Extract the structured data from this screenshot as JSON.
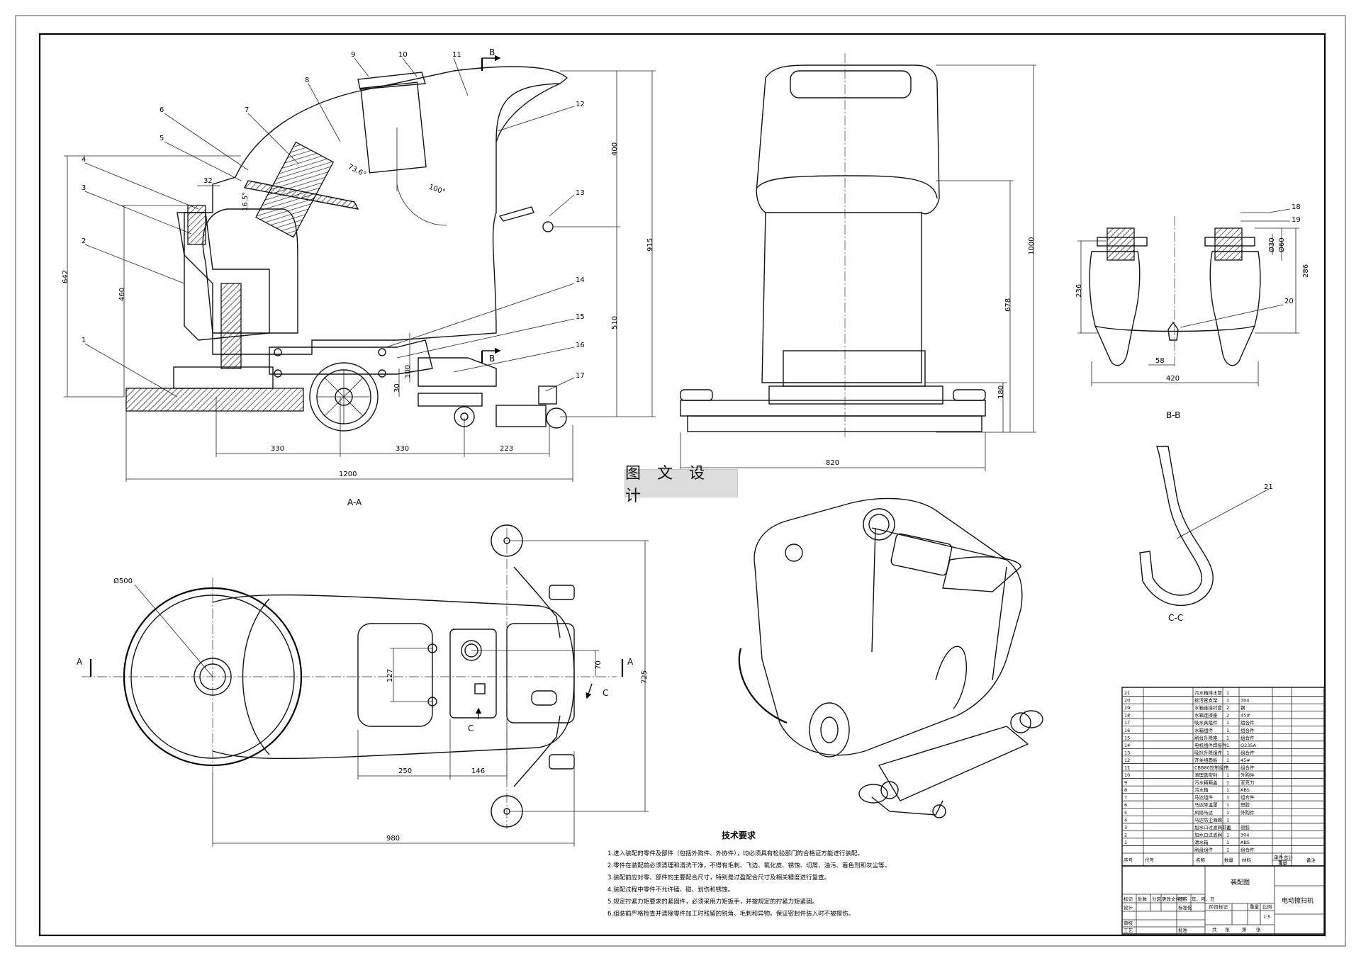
{
  "watermark": "图 文 设 计",
  "section_labels": {
    "aa": "A-A",
    "bb": "B-B",
    "cc": "C-C",
    "a": "A",
    "b": "B",
    "c": "C"
  },
  "side_view": {
    "part_numbers": [
      "1",
      "2",
      "3",
      "4",
      "5",
      "6",
      "7",
      "8",
      "9",
      "10",
      "11",
      "12",
      "13",
      "14",
      "15",
      "16",
      "17"
    ],
    "dims": {
      "d32": "32",
      "d16_5": "16.5°",
      "d73_6": "73.6°",
      "d100": "100°",
      "d642": "642",
      "d460": "460",
      "d400": "400",
      "d915": "915",
      "d510": "510",
      "d330a": "330",
      "d330b": "330",
      "d223": "223",
      "d1200": "1200",
      "d30": "30",
      "d100b": "100"
    }
  },
  "front_view": {
    "dims": {
      "d1000": "1000",
      "d678": "678",
      "d180": "180",
      "d820": "820"
    }
  },
  "bb_view": {
    "part_numbers": [
      "18",
      "19",
      "20"
    ],
    "dims": {
      "d236": "236",
      "d286": "286",
      "d58": "58",
      "d420": "420",
      "d30": "Ø30",
      "d60": "Ø60"
    }
  },
  "cc_view": {
    "part_number": "21"
  },
  "top_view": {
    "dims": {
      "d500": "Ø500",
      "d127": "127",
      "d70": "70",
      "d725": "725",
      "d250": "250",
      "d146": "146",
      "d980": "980"
    }
  },
  "tech_req": {
    "title": "技术要求",
    "lines": [
      "1.进入装配的零件及部件（包括外购件、外协件），均必须具有检验部门的合格证方能进行装配。",
      "2.零件在装配前必须清理和清洗干净，不得有毛刺、飞边、氧化皮、锈蚀、切屑、油污、着色剂和灰尘等。",
      "3.装配前应对零、部件的主要配合尺寸，特别是过盈配合尺寸及相关精度进行复查。",
      "4.装配过程中零件不允许磕、碰、划伤和锈蚀。",
      "5.规定拧紧力矩要求的紧固件，必须采用力矩扳手，并按规定的拧紧力矩紧固。",
      "6.组装前严格检查并清除零件加工时残留的锐角、毛刺和异物。保证密封件装入时不被擦伤。"
    ]
  },
  "bom": {
    "rows": [
      [
        "21",
        "污水箱排水管",
        "1",
        "",
        ""
      ],
      [
        "20",
        "排污管支架",
        "1",
        "304",
        ""
      ],
      [
        "19",
        "水箱连接衬套",
        "2",
        "钢",
        ""
      ],
      [
        "18",
        "水箱连接座",
        "2",
        "45#",
        ""
      ],
      [
        "17",
        "吸水具组件",
        "1",
        "组合件",
        ""
      ],
      [
        "16",
        "水箱组件",
        "1",
        "组合件",
        ""
      ],
      [
        "15",
        "刷台升降座",
        "1",
        "组合件",
        ""
      ],
      [
        "14",
        "电机组件焊接件",
        "1",
        "Q235A",
        ""
      ],
      [
        "13",
        "吸扒升降组件",
        "1",
        "组合件",
        ""
      ],
      [
        "12",
        "开关组面板",
        "1",
        "45#",
        ""
      ],
      [
        "11",
        "CBB80控制组件",
        "1",
        "组合件",
        ""
      ],
      [
        "10",
        "清理盖密封",
        "1",
        "外购件",
        ""
      ],
      [
        "9",
        "污水箱箱盖",
        "1",
        "亚克力",
        ""
      ],
      [
        "8",
        "污水箱",
        "1",
        "ABS",
        ""
      ],
      [
        "7",
        "马达组件",
        "1",
        "组合件",
        ""
      ],
      [
        "6",
        "马达降温罩",
        "1",
        "塑胶",
        ""
      ],
      [
        "5",
        "风扇马达",
        "1",
        "外购件",
        ""
      ],
      [
        "4",
        "马达防尘海绵",
        "1",
        "",
        ""
      ],
      [
        "3",
        "加水口过滤网前盖",
        "1",
        "塑胶",
        ""
      ],
      [
        "2",
        "加水口过滤网",
        "1",
        "304",
        ""
      ],
      [
        "1",
        "清水箱",
        "1",
        "ABS",
        ""
      ],
      [
        "",
        "刷盘组件",
        "1",
        "组合件",
        ""
      ]
    ],
    "header": {
      "seq": "序号",
      "code": "代号",
      "name": "名称",
      "qty": "数量",
      "material": "材料",
      "single": "单件",
      "total": "总计",
      "weight": "重量",
      "remark": "备注"
    }
  },
  "title_block": {
    "drawing_type": "装配图",
    "product": "电动擦扫机",
    "scale": "1:5",
    "cells": {
      "mark": "标记",
      "count": "处数",
      "zone": "分区",
      "change_doc": "更改文件号",
      "sign": "签名",
      "date": "年、月、日",
      "design": "设计",
      "standard": "标准化",
      "stage_mark": "阶段标记",
      "weight": "重量",
      "ratio": "比例",
      "review": "审核",
      "process": "工艺",
      "approve": "批准",
      "sheets_total": "共",
      "sheets_of": "张",
      "sheet": "第",
      "sheet_unit": "张"
    }
  }
}
